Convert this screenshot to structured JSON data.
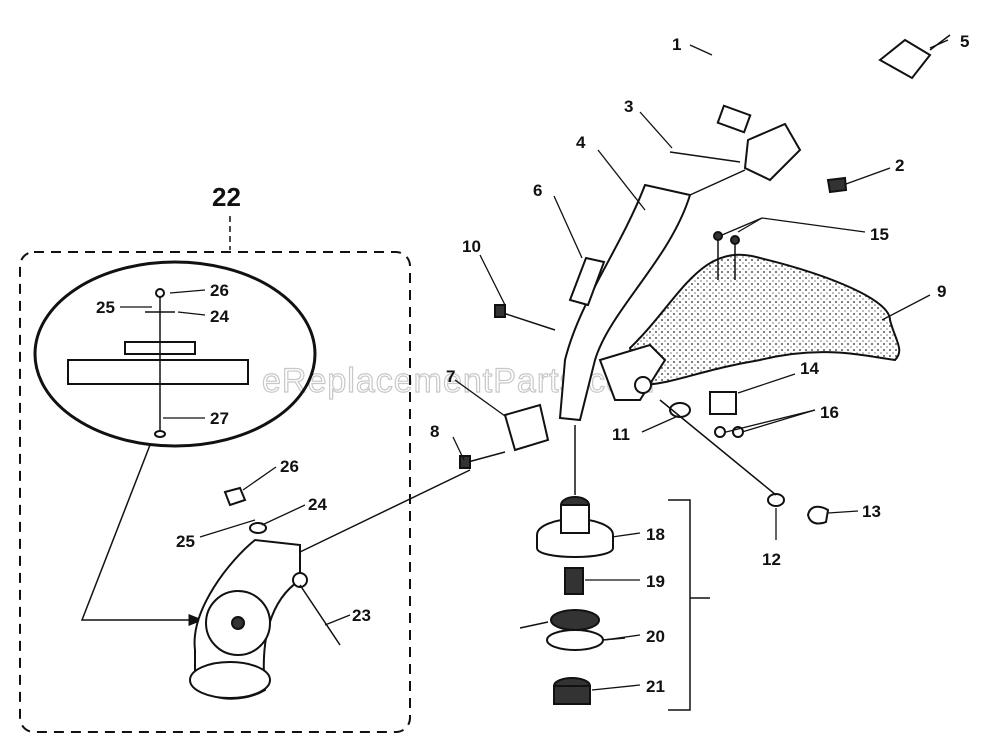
{
  "watermark": "eReplacementParts.com",
  "group_label": "22",
  "callouts": {
    "c1": "1",
    "c2": "2",
    "c3": "3",
    "c4": "4",
    "c5": "5",
    "c6": "6",
    "c7": "7",
    "c8": "8",
    "c9": "9",
    "c10": "10",
    "c11": "11",
    "c12": "12",
    "c13": "13",
    "c14": "14",
    "c15": "15",
    "c16": "16",
    "c18": "18",
    "c19": "19",
    "c20": "20",
    "c21": "21",
    "c23": "23",
    "c24a": "24",
    "c24b": "24",
    "c25a": "25",
    "c25b": "25",
    "c26a": "26",
    "c26b": "26",
    "c27": "27"
  }
}
